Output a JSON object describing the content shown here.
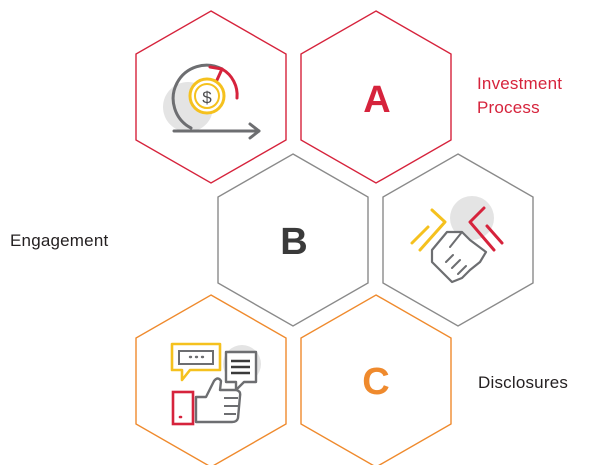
{
  "colors": {
    "red": "#d6233c",
    "gray": "#8a8a8a",
    "orange": "#ef8a2d",
    "dark": "#3a3a3a",
    "yellow": "#f5c11e",
    "light_gray": "#e4e4e4"
  },
  "hexagons": [
    {
      "id": "investment-icon",
      "content_type": "icon",
      "icon": "dollar-cycle-icon",
      "color": "red"
    },
    {
      "id": "investment-letter",
      "content_type": "letter",
      "letter": "A",
      "color": "red"
    },
    {
      "id": "engagement-letter",
      "content_type": "letter",
      "letter": "B",
      "color": "gray"
    },
    {
      "id": "engagement-icon",
      "content_type": "icon",
      "icon": "handshake-icon",
      "color": "gray"
    },
    {
      "id": "disclosures-icon",
      "content_type": "icon",
      "icon": "chat-thumbs-up-icon",
      "color": "orange"
    },
    {
      "id": "disclosures-letter",
      "content_type": "letter",
      "letter": "C",
      "color": "orange"
    }
  ],
  "labels": {
    "investment_line1": "Investment",
    "investment_line2": "Process",
    "engagement": "Engagement",
    "disclosures": "Disclosures"
  }
}
